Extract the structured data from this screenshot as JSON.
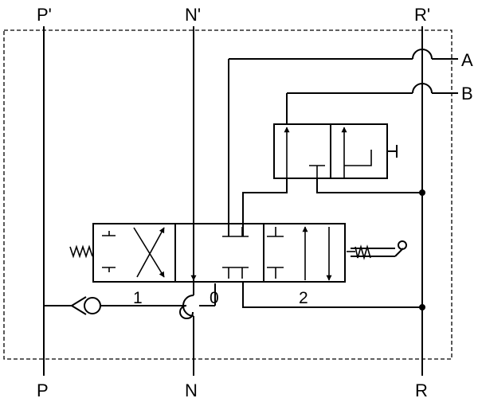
{
  "ports": {
    "p_top": "P'",
    "n_top": "N'",
    "r_top": "R'",
    "p_bottom": "P",
    "n_bottom": "N",
    "r_bottom": "R",
    "a": "A",
    "b": "B"
  },
  "positions": {
    "left": "1",
    "center": "0",
    "right": "2"
  }
}
